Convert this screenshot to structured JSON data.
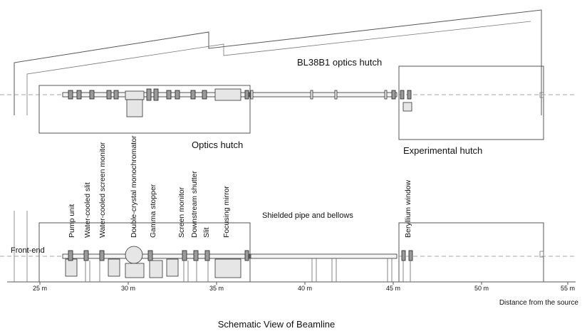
{
  "diagram": {
    "caption": "Schematic View of Beamline",
    "hutch_labels": {
      "bl38b1": "BL38B1 optics hutch",
      "optics": "Optics hutch",
      "experimental": "Experimental hutch"
    },
    "components": [
      "Pump unit",
      "Water-cooled slit",
      "Water-cooled screen monitor",
      "Double-crystal monochromator",
      "Gamma stopper",
      "Screen monitor",
      "Downstream shutter",
      "Slit",
      "Focusing mirror",
      "Beryllium window"
    ],
    "front_end": "Front-end",
    "pipe_label": "Shielded pipe and bellows",
    "axis": {
      "label": "Distance from the source",
      "ticks": [
        "25 m",
        "30 m",
        "35 m",
        "40 m",
        "45 m",
        "50 m",
        "55 m"
      ]
    }
  }
}
